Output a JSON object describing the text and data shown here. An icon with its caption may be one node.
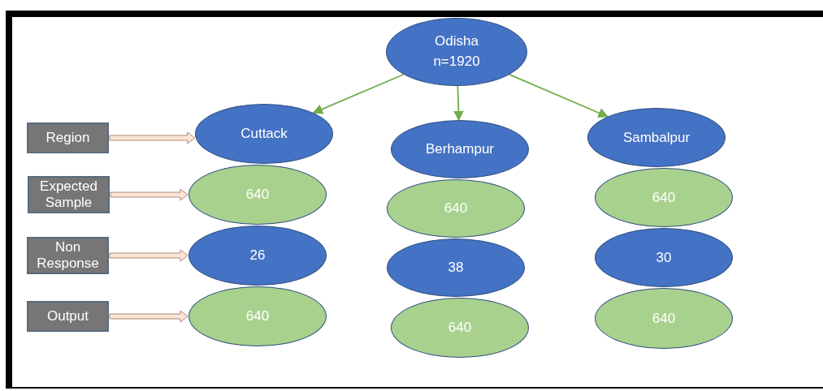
{
  "diagram": {
    "nodes": [
      {
        "text": [
          "Odisha n=1920"
        ]
      },
      {
        "text": [
          "Region"
        ]
      },
      {
        "text": [
          "Expected Sample"
        ]
      },
      {
        "text": [
          "Non Response"
        ]
      },
      {
        "text": [
          "Output"
        ]
      },
      {
        "text": [
          "Cuttack"
        ]
      },
      {
        "text": [
          "640"
        ]
      },
      {
        "text": [
          "26"
        ]
      },
      {
        "text": [
          "640"
        ]
      },
      {
        "text": [
          "Berhampur"
        ]
      },
      {
        "text": [
          "640"
        ]
      },
      {
        "text": [
          "38"
        ]
      },
      {
        "text": [
          "640"
        ]
      },
      {
        "text": [
          "Sambalpur"
        ]
      },
      {
        "text": [
          "640"
        ]
      },
      {
        "text": [
          "30"
        ]
      },
      {
        "text": [
          "640"
        ]
      }
    ],
    "edges": [
      {
        "from": 0,
        "to": 5,
        "arrow": "to",
        "color": "#70ad47"
      },
      {
        "from": 0,
        "to": 9,
        "arrow": "to",
        "color": "#70ad47"
      },
      {
        "from": 0,
        "to": 13,
        "arrow": "to",
        "color": "#70ad47"
      },
      {
        "from": 1,
        "to": 5,
        "arrow": "to",
        "style": "thick"
      },
      {
        "from": 2,
        "to": 6,
        "arrow": "to",
        "style": "thick"
      },
      {
        "from": 3,
        "to": 7,
        "arrow": "to",
        "style": "thick"
      },
      {
        "from": 4,
        "to": 8,
        "arrow": "to",
        "style": "thick"
      }
    ]
  }
}
